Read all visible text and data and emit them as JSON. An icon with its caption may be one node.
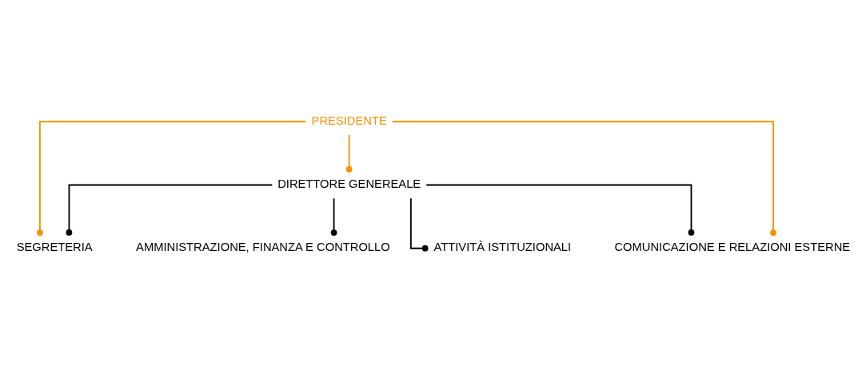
{
  "diagram": {
    "nodes": [
      {
        "text": [
          "PRESIDENTE"
        ]
      },
      {
        "text": [
          "DIRETTORE GENEREALE"
        ]
      },
      {
        "text": [
          "SEGRETERIA"
        ]
      },
      {
        "text": [
          "AMMINISTRAZIONE, FINANZA E CONTROLLO"
        ]
      },
      {
        "text": [
          "ATTIVITÀ ISTITUZIONALI"
        ]
      },
      {
        "text": [
          "COMUNICAZIONE E RELAZIONI ESTERNE"
        ]
      }
    ],
    "edges": [
      {
        "from": 0,
        "to": 2,
        "arrow": "other",
        "color": "#f39200"
      },
      {
        "from": 0,
        "to": 1,
        "arrow": "other",
        "color": "#f39200"
      },
      {
        "from": 0,
        "to": 5,
        "arrow": "other",
        "color": "#f39200"
      },
      {
        "from": 1,
        "to": 2,
        "arrow": "other"
      },
      {
        "from": 1,
        "to": 3,
        "arrow": "other"
      },
      {
        "from": 1,
        "to": 4,
        "arrow": "other"
      },
      {
        "from": 1,
        "to": 5,
        "arrow": "other"
      }
    ]
  }
}
